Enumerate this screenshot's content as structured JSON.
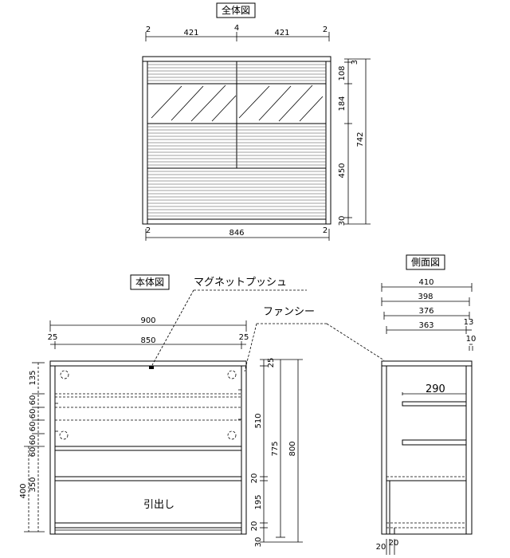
{
  "labels": {
    "overall_view": "全体図",
    "main_body_view": "本体図",
    "side_view": "側面図",
    "magnet_push": "マグネットプッシュ",
    "fancy": "ファンシー",
    "drawer": "引出し"
  },
  "overall": {
    "top_dims": [
      "2",
      "421",
      "4",
      "421",
      "2"
    ],
    "bottom_dims": [
      "2",
      "846",
      "2"
    ],
    "right_dims": [
      "3",
      "108",
      "184",
      "450",
      "30"
    ],
    "total_height": "742"
  },
  "main_body": {
    "top_dims": [
      "900",
      "25",
      "850",
      "25"
    ],
    "left_dims": [
      "135",
      "60",
      "60",
      "60",
      "60",
      "60",
      "350",
      "400"
    ],
    "right_dims": [
      "25",
      "510",
      "20",
      "195",
      "20",
      "30"
    ],
    "total_dims": [
      "775",
      "800"
    ]
  },
  "side": {
    "top_dims": [
      "410",
      "398",
      "376",
      "363"
    ],
    "small_dims": [
      "13",
      "10"
    ],
    "shelf_depth": "290",
    "bottom_dims": [
      "20",
      "20"
    ]
  }
}
